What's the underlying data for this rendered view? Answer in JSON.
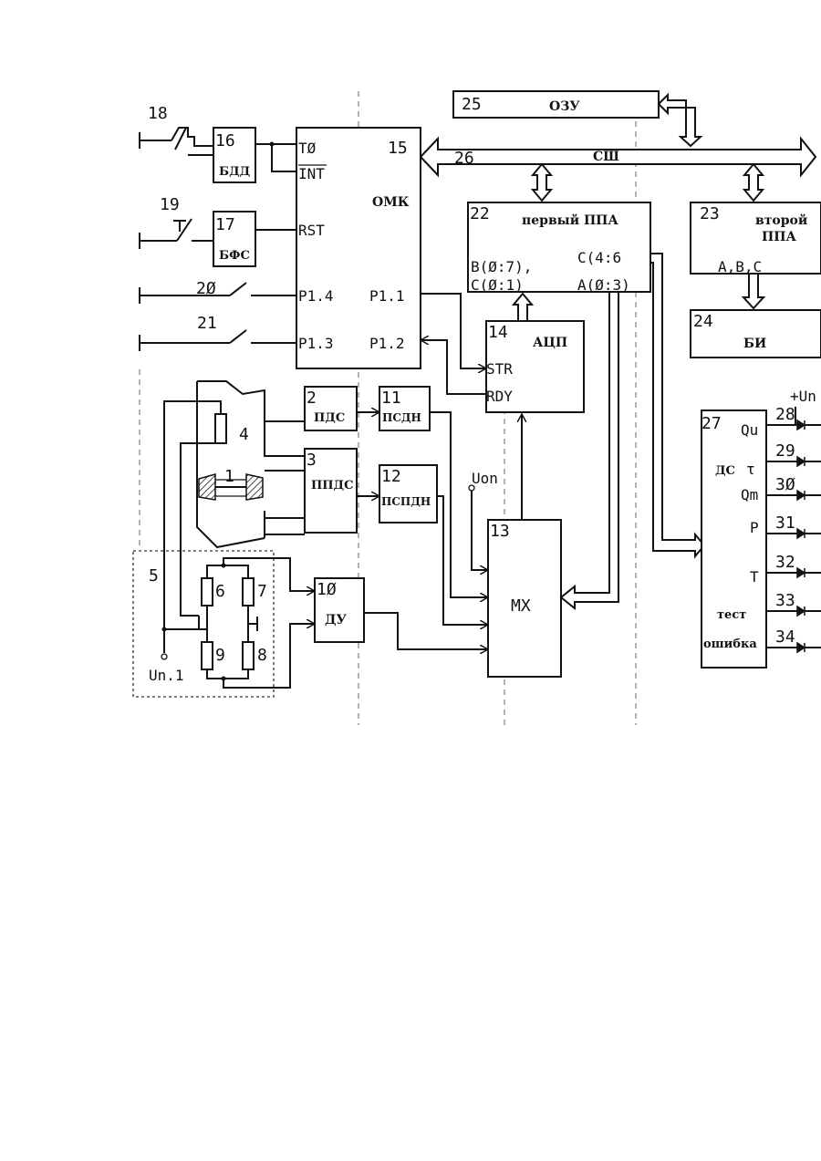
{
  "blocks": {
    "b25": {
      "num": "25",
      "label": "ОЗУ"
    },
    "b15": {
      "num": "15",
      "label": "ОМК",
      "pins": {
        "t0": "TØ",
        "int": "INT",
        "rst": "RST",
        "p14": "P1.4",
        "p13": "P1.3",
        "p11": "P1.1",
        "p12": "P1.2"
      }
    },
    "b16": {
      "num": "16",
      "label": "БДД"
    },
    "b17": {
      "num": "17",
      "label": "БФС"
    },
    "b22": {
      "num": "22",
      "label": "первый ППА",
      "pins": {
        "b07": "B(Ø:7),",
        "c01": "C(Ø:1)",
        "c46": "C(4:6",
        "a03": "A(Ø:3)"
      }
    },
    "b23": {
      "num": "23",
      "label_line1": "второй",
      "label_line2": "ППА",
      "pins": {
        "abc": "A,B,C"
      }
    },
    "b24": {
      "num": "24",
      "label": "БИ"
    },
    "b14": {
      "num": "14",
      "label": "АЦП",
      "pins": {
        "str": "STR",
        "rdy": "RDY"
      }
    },
    "b2": {
      "num": "2",
      "label": "ПДС"
    },
    "b3": {
      "num": "3",
      "label": "ППДС"
    },
    "b11": {
      "num": "11",
      "label": "ПСДН"
    },
    "b12": {
      "num": "12",
      "label": "ПСПДН"
    },
    "b13": {
      "num": "13",
      "label": "МХ"
    },
    "b10": {
      "num": "1Ø",
      "label": "ДУ"
    },
    "b27": {
      "num": "27",
      "label": "ДС",
      "outputs": {
        "qu": "Qu",
        "tau": "τ",
        "qm": "Qm",
        "p": "P",
        "t": "T",
        "test": "тест",
        "error": "ошибка"
      }
    }
  },
  "bus": {
    "num": "26",
    "label": "СШ"
  },
  "switches": {
    "s18": "18",
    "s19": "19",
    "s20": "2Ø",
    "s21": "21"
  },
  "sensor": {
    "n1": "1",
    "n4": "4",
    "n5": "5",
    "r6": "6",
    "r7": "7",
    "r8": "8",
    "r9": "9",
    "supply": "Un.1"
  },
  "labels": {
    "uon": "Uon",
    "vplus": "+Un"
  },
  "leds": [
    "28",
    "29",
    "3Ø",
    "31",
    "32",
    "33",
    "34"
  ]
}
